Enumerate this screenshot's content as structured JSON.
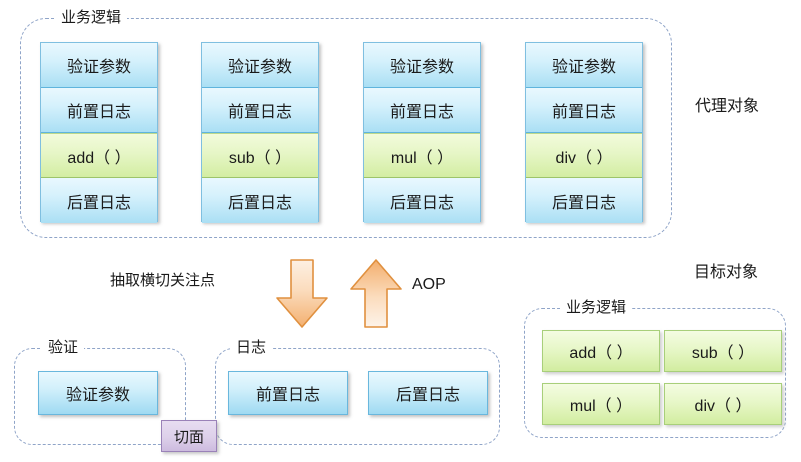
{
  "diagram": {
    "proxy_section": {
      "group_label": "业务逻辑",
      "side_label": "代理对象",
      "columns": [
        {
          "cells": [
            "验证参数",
            "前置日志",
            "add（ ）",
            "后置日志"
          ]
        },
        {
          "cells": [
            "验证参数",
            "前置日志",
            "sub（ ）",
            "后置日志"
          ]
        },
        {
          "cells": [
            "验证参数",
            "前置日志",
            "mul（ ）",
            "后置日志"
          ]
        },
        {
          "cells": [
            "验证参数",
            "前置日志",
            "div（ ）",
            "后置日志"
          ]
        }
      ]
    },
    "middle": {
      "extract_label": "抽取横切关注点",
      "aop_label": "AOP",
      "down_arrow_name": "down-arrow",
      "up_arrow_name": "up-arrow"
    },
    "aspect_section": {
      "validation_group_label": "验证",
      "log_group_label": "日志",
      "aspect_chip_label": "切面",
      "validation_boxes": [
        "验证参数"
      ],
      "log_boxes": [
        "前置日志",
        "后置日志"
      ]
    },
    "target_section": {
      "side_label": "目标对象",
      "group_label": "业务逻辑",
      "methods": [
        "add（ ）",
        "sub（ ）",
        "mul（ ）",
        "div（ ）"
      ]
    }
  },
  "colors": {
    "dashed_border": "#8fa4c8",
    "blue_fill": "#cdeefb",
    "green_fill": "#e7f7c8",
    "purple_fill": "#ddd0ea",
    "arrow_orange": "#e8974a"
  }
}
